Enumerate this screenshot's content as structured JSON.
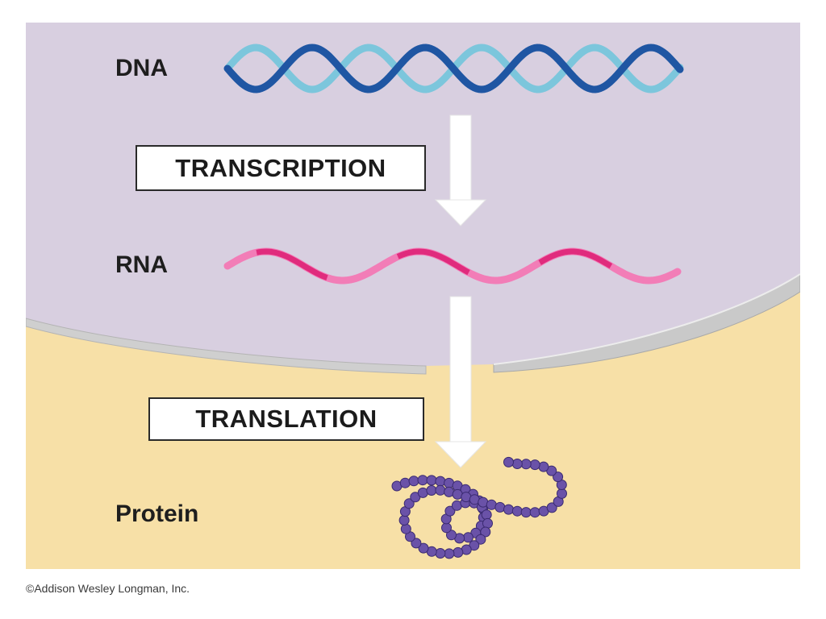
{
  "stages": {
    "dna": "DNA",
    "rna": "RNA",
    "protein": "Protein"
  },
  "processes": {
    "transcription": "TRANSCRIPTION",
    "translation": "TRANSLATION"
  },
  "credit": "©Addison Wesley Longman, Inc.",
  "colors": {
    "nucleus": "#d8cfe0",
    "cytoplasm": "#f7e0a7",
    "membrane": "#c9c9c9",
    "dna_dark": "#1f56a3",
    "dna_light": "#7cc6dc",
    "rna_dark": "#e02b7d",
    "rna_light": "#f27db7",
    "protein_bead": "#6a52a8",
    "arrow": "#ffffff"
  }
}
